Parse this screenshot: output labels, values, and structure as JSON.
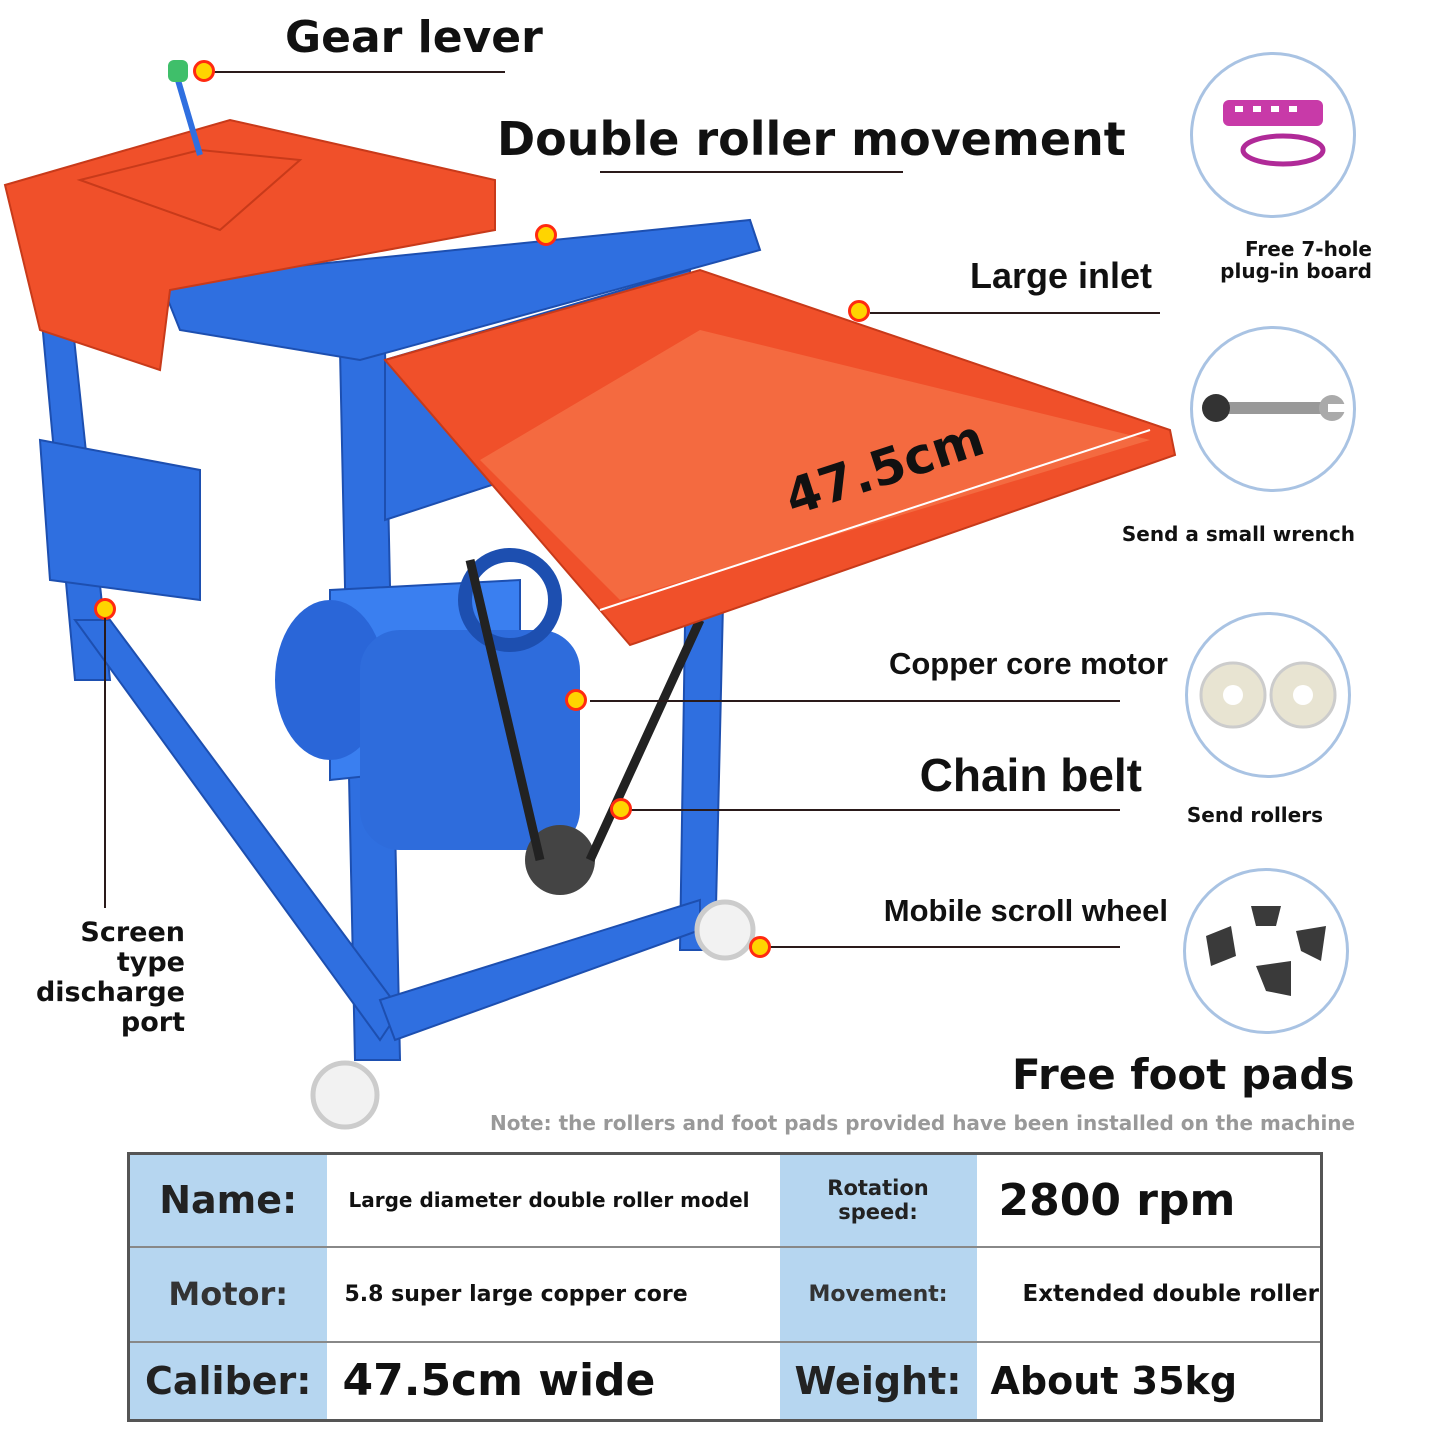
{
  "labels": {
    "gear_lever": "Gear lever",
    "double_roller": "Double roller movement",
    "large_inlet": "Large inlet",
    "width_mark": "47.5cm",
    "copper_motor": "Copper core motor",
    "chain_belt": "Chain belt",
    "scroll_wheel": "Mobile scroll wheel",
    "discharge_port": [
      "Screen",
      "type",
      "discharge",
      "port"
    ]
  },
  "accessories": [
    {
      "caption_lines": [
        "Free 7-hole",
        "plug-in board"
      ],
      "icon": "power-strip-icon"
    },
    {
      "caption_lines": [
        "Send a small wrench"
      ],
      "icon": "wrench-icon"
    },
    {
      "caption_lines": [
        "Send rollers"
      ],
      "icon": "rollers-icon"
    },
    {
      "caption_lines": [
        "Free foot pads"
      ],
      "icon": "foot-pads-icon"
    }
  ],
  "note": "Note: the rollers and foot pads provided have been installed on the machine",
  "specs": [
    [
      {
        "k": "Name:",
        "v": "Large diameter double roller model"
      },
      {
        "k": "Rotation speed:",
        "v": "2800 rpm"
      }
    ],
    [
      {
        "k": "Motor:",
        "v": "5.8 super large copper core"
      },
      {
        "k": "Movement:",
        "v": "Extended double roller"
      }
    ],
    [
      {
        "k": "Caliber:",
        "v": "47.5cm wide"
      },
      {
        "k": "Weight:",
        "v": "About 35kg"
      }
    ]
  ],
  "colors": {
    "frame": "#2f6fe0",
    "hopper": "#f0502a",
    "table_key": "#b6d6f0",
    "dot": "#ffd400"
  }
}
